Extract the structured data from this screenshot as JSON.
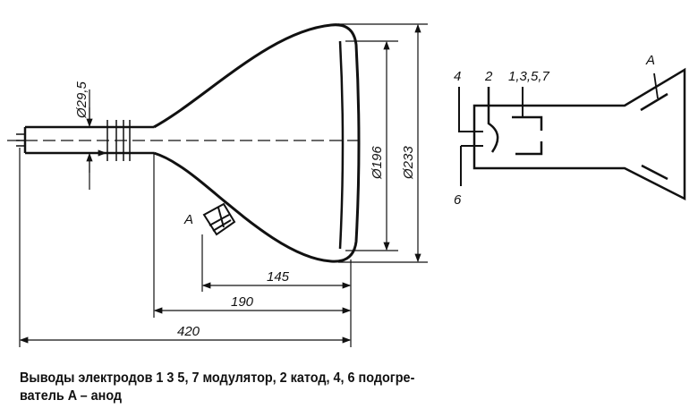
{
  "drawing": {
    "dimensions": {
      "neck_diameter": "Ø29,5",
      "screen_diameter_inner": "Ø196",
      "screen_diameter_outer": "Ø233",
      "length_145": "145",
      "length_190": "190",
      "length_420": "420"
    },
    "anode_label": "A"
  },
  "schematic": {
    "pin_4": "4",
    "pin_2": "2",
    "pins_1357": "1,3,5,7",
    "pin_6": "6",
    "anode": "A"
  },
  "caption": {
    "line1": "Выводы электродов 1 3 5, 7 модулятор, 2 катод, 4, 6 подогре-",
    "line2": "ватель A – анод"
  }
}
